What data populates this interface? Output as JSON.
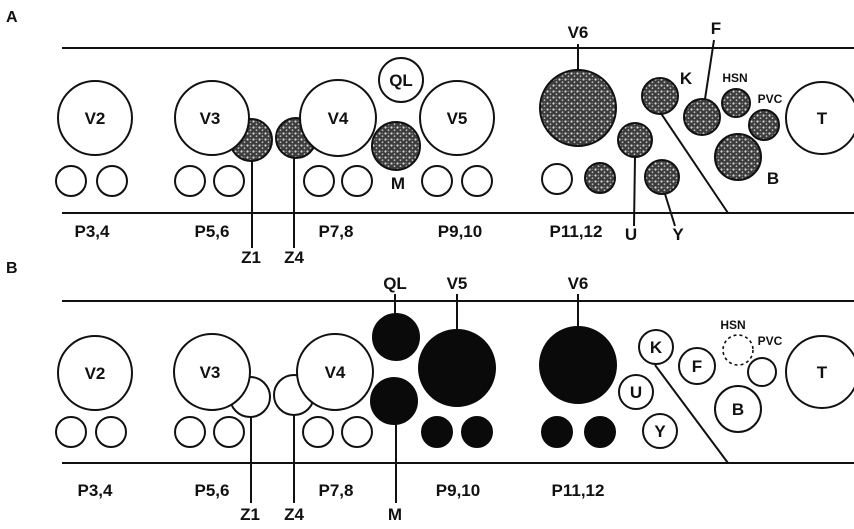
{
  "panels": [
    {
      "letter": "A",
      "p_labels": [
        "P3,4",
        "P5,6",
        "P7,8",
        "P9,10",
        "P11,12"
      ]
    },
    {
      "letter": "B",
      "p_labels": [
        "P3,4",
        "P5,6",
        "P7,8",
        "P9,10",
        "P11,12"
      ]
    }
  ],
  "cells": {
    "V2": "V2",
    "V3": "V3",
    "V4": "V4",
    "V5": "V5",
    "V6": "V6",
    "QL": "QL",
    "M": "M",
    "T": "T",
    "K": "K",
    "F": "F",
    "HSN": "HSN",
    "PVC": "PVC",
    "B": "B",
    "U": "U",
    "Y": "Y",
    "Z1": "Z1",
    "Z4": "Z4"
  },
  "fill_legend_colors": {
    "open": "#ffffff",
    "stippled": "#5a5a5a",
    "black": "#0a0a0a"
  }
}
